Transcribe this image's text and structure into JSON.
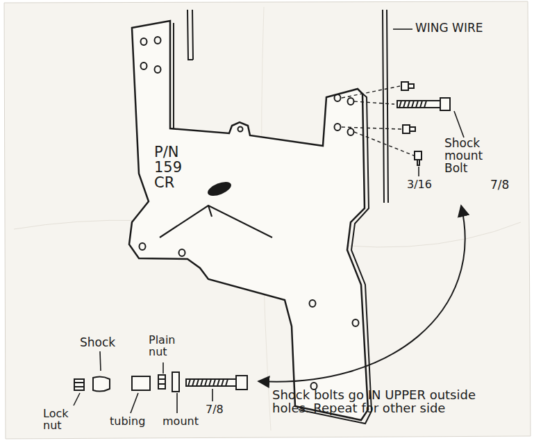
{
  "diagram": {
    "labels": [
      "WING WIRE",
      "Shock mount Bolt",
      "7/8",
      "3/16",
      "P/N 159 CR",
      "Shock",
      "Plain nut",
      "Lock nut",
      "tubing",
      "mount",
      "7/8",
      "Shock bolts go IN UPPER outside holes. Repeat for other side"
    ]
  }
}
